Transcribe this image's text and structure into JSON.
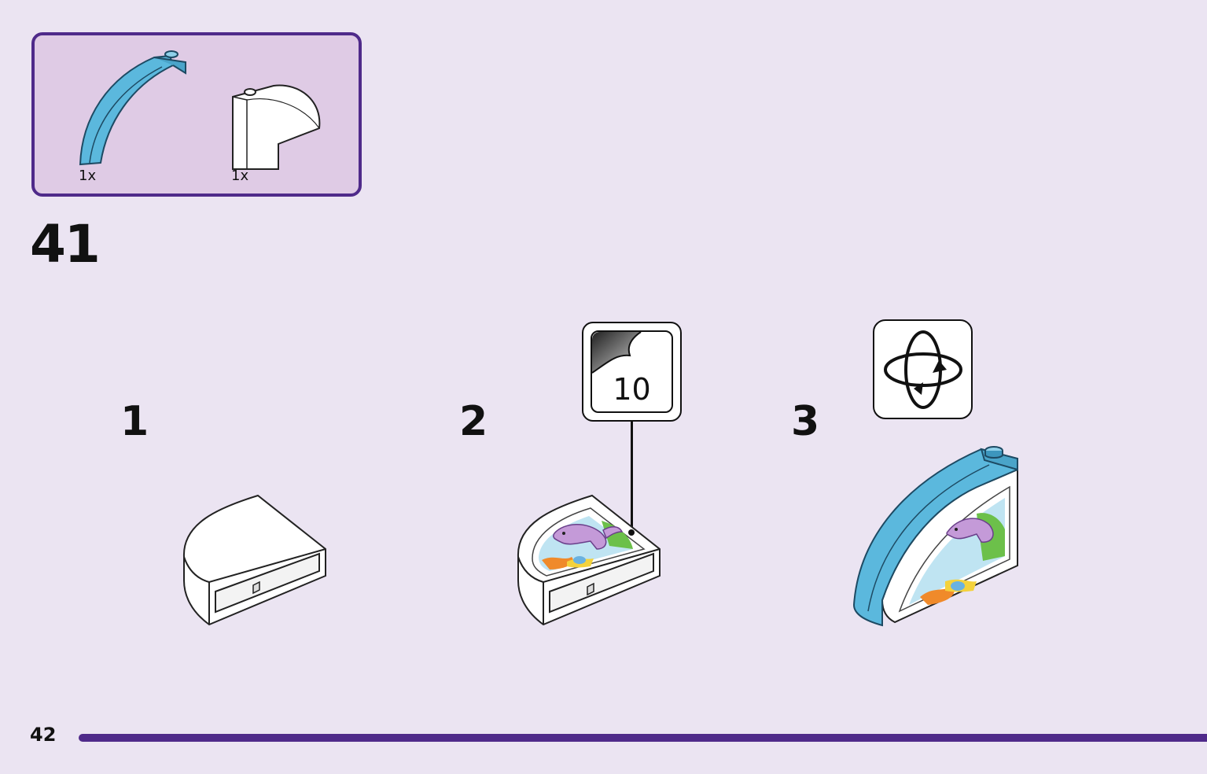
{
  "parts_list": {
    "items": [
      {
        "name": "curved-arch-light-blue",
        "quantity": "1x",
        "color": "#5bb8dd"
      },
      {
        "name": "quarter-round-brick-white",
        "quantity": "1x",
        "color": "#ffffff"
      }
    ]
  },
  "step": {
    "number": "41"
  },
  "substeps": [
    {
      "number": "1"
    },
    {
      "number": "2"
    },
    {
      "number": "3"
    }
  ],
  "sticker_callout": {
    "number": "10"
  },
  "rotate_callout": {
    "icon": "rotate-model-icon"
  },
  "footer": {
    "page_number": "42",
    "accent_color": "#4f2a8a"
  }
}
